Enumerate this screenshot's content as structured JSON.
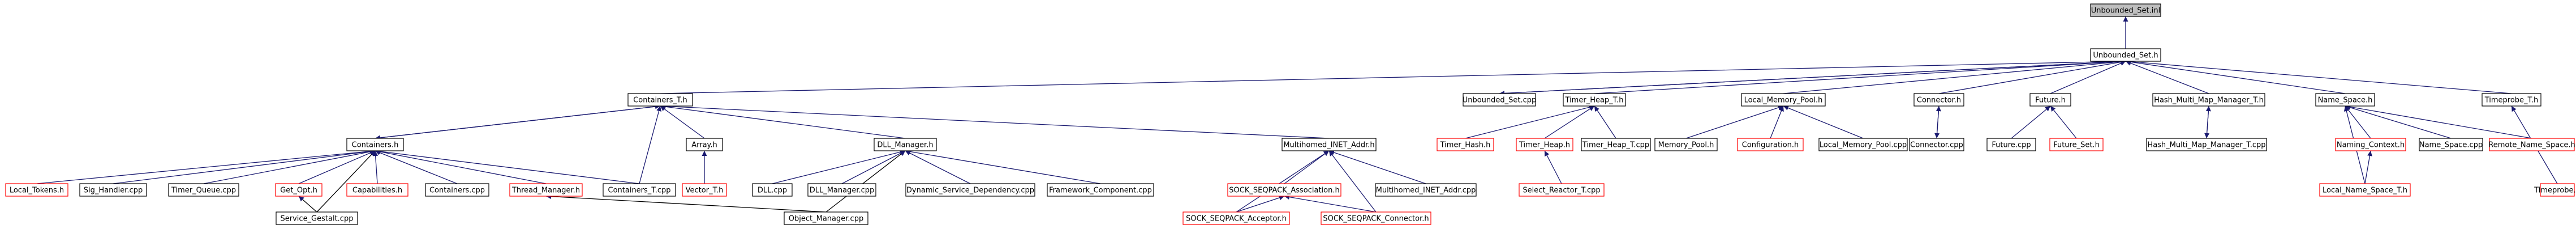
{
  "colors": {
    "edge": "#191970",
    "node_border_default": "#000000",
    "node_border_missing": "#ff0000",
    "current_node_fill": "#bfbfbf",
    "background": "#ffffff"
  },
  "nodes": [
    {
      "id": "unbounded-set-inl",
      "label": "Unbounded_Set.inl",
      "style": "current"
    },
    {
      "id": "unbounded-set-h",
      "label": "Unbounded_Set.h",
      "style": "black"
    },
    {
      "id": "containers-t-h",
      "label": "Containers_T.h",
      "style": "black"
    },
    {
      "id": "unbounded-set-cpp",
      "label": "Unbounded_Set.cpp",
      "style": "black"
    },
    {
      "id": "timer-heap-t-h",
      "label": "Timer_Heap_T.h",
      "style": "black"
    },
    {
      "id": "local-memory-pool-h",
      "label": "Local_Memory_Pool.h",
      "style": "black"
    },
    {
      "id": "connector-h",
      "label": "Connector.h",
      "style": "black"
    },
    {
      "id": "future-h",
      "label": "Future.h",
      "style": "black"
    },
    {
      "id": "hash-multi-map-manager-t-h",
      "label": "Hash_Multi_Map_Manager_T.h",
      "style": "black"
    },
    {
      "id": "name-space-h",
      "label": "Name_Space.h",
      "style": "black"
    },
    {
      "id": "timeprobe-t-h",
      "label": "Timeprobe_T.h",
      "style": "black"
    },
    {
      "id": "containers-h",
      "label": "Containers.h",
      "style": "black"
    },
    {
      "id": "array-h",
      "label": "Array.h",
      "style": "black"
    },
    {
      "id": "dll-manager-h",
      "label": "DLL_Manager.h",
      "style": "black"
    },
    {
      "id": "multihomed-inet-addr-h",
      "label": "Multihomed_INET_Addr.h",
      "style": "black"
    },
    {
      "id": "timer-hash-h",
      "label": "Timer_Hash.h",
      "style": "red"
    },
    {
      "id": "timer-heap-h",
      "label": "Timer_Heap.h",
      "style": "red"
    },
    {
      "id": "timer-heap-t-cpp",
      "label": "Timer_Heap_T.cpp",
      "style": "black"
    },
    {
      "id": "memory-pool-h",
      "label": "Memory_Pool.h",
      "style": "black"
    },
    {
      "id": "configuration-h",
      "label": "Configuration.h",
      "style": "red"
    },
    {
      "id": "local-memory-pool-cpp",
      "label": "Local_Memory_Pool.cpp",
      "style": "black"
    },
    {
      "id": "connector-cpp",
      "label": "Connector.cpp",
      "style": "black"
    },
    {
      "id": "future-cpp",
      "label": "Future.cpp",
      "style": "black"
    },
    {
      "id": "future-set-h",
      "label": "Future_Set.h",
      "style": "red"
    },
    {
      "id": "hash-multi-map-manager-t-cpp",
      "label": "Hash_Multi_Map_Manager_T.cpp",
      "style": "black"
    },
    {
      "id": "naming-context-h",
      "label": "Naming_Context.h",
      "style": "red"
    },
    {
      "id": "name-space-cpp",
      "label": "Name_Space.cpp",
      "style": "black"
    },
    {
      "id": "remote-name-space-h",
      "label": "Remote_Name_Space.h",
      "style": "red"
    },
    {
      "id": "timeprobe-h",
      "label": "Timeprobe.h",
      "style": "red"
    },
    {
      "id": "local-tokens-h",
      "label": "Local_Tokens.h",
      "style": "red"
    },
    {
      "id": "sig-handler-cpp",
      "label": "Sig_Handler.cpp",
      "style": "black"
    },
    {
      "id": "timer-queue-cpp",
      "label": "Timer_Queue.cpp",
      "style": "black"
    },
    {
      "id": "get-opt-h",
      "label": "Get_Opt.h",
      "style": "red"
    },
    {
      "id": "capabilities-h",
      "label": "Capabilities.h",
      "style": "red"
    },
    {
      "id": "containers-cpp",
      "label": "Containers.cpp",
      "style": "black"
    },
    {
      "id": "thread-manager-h",
      "label": "Thread_Manager.h",
      "style": "red"
    },
    {
      "id": "containers-t-cpp",
      "label": "Containers_T.cpp",
      "style": "black"
    },
    {
      "id": "vector-t-h",
      "label": "Vector_T.h",
      "style": "red"
    },
    {
      "id": "dll-cpp",
      "label": "DLL.cpp",
      "style": "black"
    },
    {
      "id": "dll-manager-cpp",
      "label": "DLL_Manager.cpp",
      "style": "black"
    },
    {
      "id": "dynamic-service-dependency-cpp",
      "label": "Dynamic_Service_Dependency.cpp",
      "style": "black"
    },
    {
      "id": "framework-component-cpp",
      "label": "Framework_Component.cpp",
      "style": "black"
    },
    {
      "id": "sock-seqpack-association-h",
      "label": "SOCK_SEQPACK_Association.h",
      "style": "red"
    },
    {
      "id": "multihomed-inet-addr-cpp",
      "label": "Multihomed_INET_Addr.cpp",
      "style": "black"
    },
    {
      "id": "select-reactor-t-cpp",
      "label": "Select_Reactor_T.cpp",
      "style": "red"
    },
    {
      "id": "local-name-space-t-h",
      "label": "Local_Name_Space_T.h",
      "style": "red"
    },
    {
      "id": "service-gestalt-cpp",
      "label": "Service_Gestalt.cpp",
      "style": "black"
    },
    {
      "id": "object-manager-cpp",
      "label": "Object_Manager.cpp",
      "style": "black"
    },
    {
      "id": "sock-seqpack-acceptor-h",
      "label": "SOCK_SEQPACK_Acceptor.h",
      "style": "red"
    },
    {
      "id": "sock-seqpack-connector-h",
      "label": "SOCK_SEQPACK_Connector.h",
      "style": "red"
    }
  ],
  "edges": [
    [
      "unbounded-set-h",
      "unbounded-set-inl"
    ],
    [
      "containers-t-h",
      "unbounded-set-h"
    ],
    [
      "unbounded-set-cpp",
      "unbounded-set-h"
    ],
    [
      "timer-heap-t-h",
      "unbounded-set-h"
    ],
    [
      "local-memory-pool-h",
      "unbounded-set-h"
    ],
    [
      "connector-h",
      "unbounded-set-h"
    ],
    [
      "future-h",
      "unbounded-set-h"
    ],
    [
      "hash-multi-map-manager-t-h",
      "unbounded-set-h"
    ],
    [
      "name-space-h",
      "unbounded-set-h"
    ],
    [
      "timeprobe-t-h",
      "unbounded-set-h"
    ],
    [
      "unbounded-set-h",
      "unbounded-set-cpp"
    ],
    [
      "containers-h",
      "containers-t-h"
    ],
    [
      "array-h",
      "containers-t-h"
    ],
    [
      "dll-manager-h",
      "containers-t-h"
    ],
    [
      "multihomed-inet-addr-h",
      "containers-t-h"
    ],
    [
      "containers-t-cpp",
      "containers-t-h"
    ],
    [
      "containers-t-h",
      "containers-h"
    ],
    [
      "timer-hash-h",
      "timer-heap-t-h"
    ],
    [
      "timer-heap-h",
      "timer-heap-t-h"
    ],
    [
      "timer-heap-t-cpp",
      "timer-heap-t-h"
    ],
    [
      "select-reactor-t-cpp",
      "timer-heap-h"
    ],
    [
      "memory-pool-h",
      "local-memory-pool-h"
    ],
    [
      "configuration-h",
      "local-memory-pool-h"
    ],
    [
      "local-memory-pool-cpp",
      "local-memory-pool-h"
    ],
    [
      "connector-cpp",
      "connector-h"
    ],
    [
      "connector-h",
      "connector-cpp"
    ],
    [
      "future-cpp",
      "future-h"
    ],
    [
      "future-set-h",
      "future-h"
    ],
    [
      "hash-multi-map-manager-t-cpp",
      "hash-multi-map-manager-t-h"
    ],
    [
      "hash-multi-map-manager-t-h",
      "hash-multi-map-manager-t-cpp"
    ],
    [
      "naming-context-h",
      "name-space-h"
    ],
    [
      "name-space-cpp",
      "name-space-h"
    ],
    [
      "remote-name-space-h",
      "name-space-h"
    ],
    [
      "local-name-space-t-h",
      "name-space-h"
    ],
    [
      "local-name-space-t-h",
      "naming-context-h"
    ],
    [
      "timeprobe-h",
      "timeprobe-t-h"
    ],
    [
      "local-tokens-h",
      "containers-h"
    ],
    [
      "sig-handler-cpp",
      "containers-h"
    ],
    [
      "timer-queue-cpp",
      "containers-h"
    ],
    [
      "get-opt-h",
      "containers-h"
    ],
    [
      "capabilities-h",
      "containers-h"
    ],
    [
      "containers-cpp",
      "containers-h"
    ],
    [
      "thread-manager-h",
      "containers-h"
    ],
    [
      "containers-t-cpp",
      "containers-h"
    ],
    [
      "service-gestalt-cpp",
      "containers-h"
    ],
    [
      "service-gestalt-cpp",
      "get-opt-h"
    ],
    [
      "object-manager-cpp",
      "thread-manager-h"
    ],
    [
      "vector-t-h",
      "array-h"
    ],
    [
      "dll-cpp",
      "dll-manager-h"
    ],
    [
      "dll-manager-cpp",
      "dll-manager-h"
    ],
    [
      "dynamic-service-dependency-cpp",
      "dll-manager-h"
    ],
    [
      "framework-component-cpp",
      "dll-manager-h"
    ],
    [
      "object-manager-cpp",
      "dll-manager-h"
    ],
    [
      "sock-seqpack-association-h",
      "multihomed-inet-addr-h"
    ],
    [
      "multihomed-inet-addr-cpp",
      "multihomed-inet-addr-h"
    ],
    [
      "sock-seqpack-acceptor-h",
      "multihomed-inet-addr-h"
    ],
    [
      "sock-seqpack-connector-h",
      "multihomed-inet-addr-h"
    ],
    [
      "sock-seqpack-acceptor-h",
      "sock-seqpack-association-h"
    ],
    [
      "sock-seqpack-connector-h",
      "sock-seqpack-association-h"
    ]
  ]
}
